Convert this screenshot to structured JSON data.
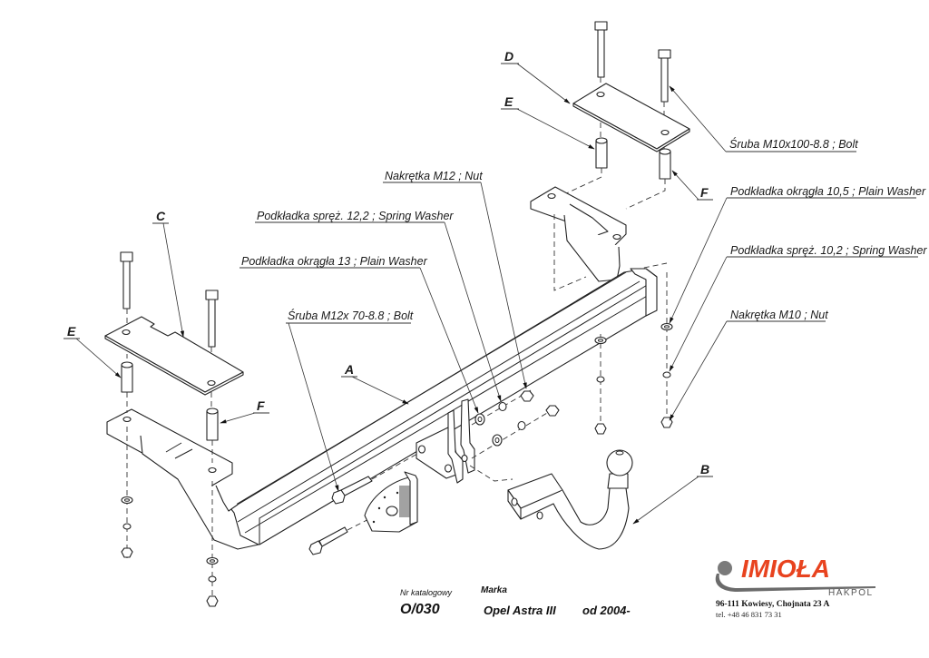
{
  "drawing": {
    "parts": {
      "A": {
        "letter": "A"
      },
      "B": {
        "letter": "B"
      },
      "C": {
        "letter": "C"
      },
      "D": {
        "letter": "D"
      },
      "E_right": {
        "letter": "E"
      },
      "E_left": {
        "letter": "E"
      },
      "F_right": {
        "letter": "F"
      },
      "F_left": {
        "letter": "F"
      }
    },
    "hardware_labels": {
      "bolt_m10": "Śruba M10x100-8.8 ;  Bolt",
      "plain_washer_10_5": "Podkładka okrągła 10,5 ; Plain Washer",
      "spring_washer_10_2": "Podkładka spręż. 10,2 ; Spring Washer",
      "nut_m10": "Nakrętka  M10 ; Nut",
      "nut_m12": "Nakrętka  M12 ; Nut",
      "spring_washer_12_2": "Podkładka spręż. 12,2 ; Spring Washer",
      "plain_washer_13": "Podkładka okrągła 13 ; Plain Washer",
      "bolt_m12": "Śruba M12x 70-8.8 ;  Bolt"
    }
  },
  "title_block": {
    "catalog_label": "Nr katalogowy",
    "brand_label": "Marka",
    "catalog_number": "O/030",
    "vehicle_model": "Opel Astra III",
    "vehicle_year": "od 2004-"
  },
  "company": {
    "logo_name": "IMIOŁA",
    "logo_sub": "HAKPOL",
    "address": "96-111 Kowiesy, Chojnata 23 A",
    "phone": "tel. +48 46 831 73 31",
    "brand_color": "#e8431f",
    "hook_color": "#6b6b6b"
  }
}
